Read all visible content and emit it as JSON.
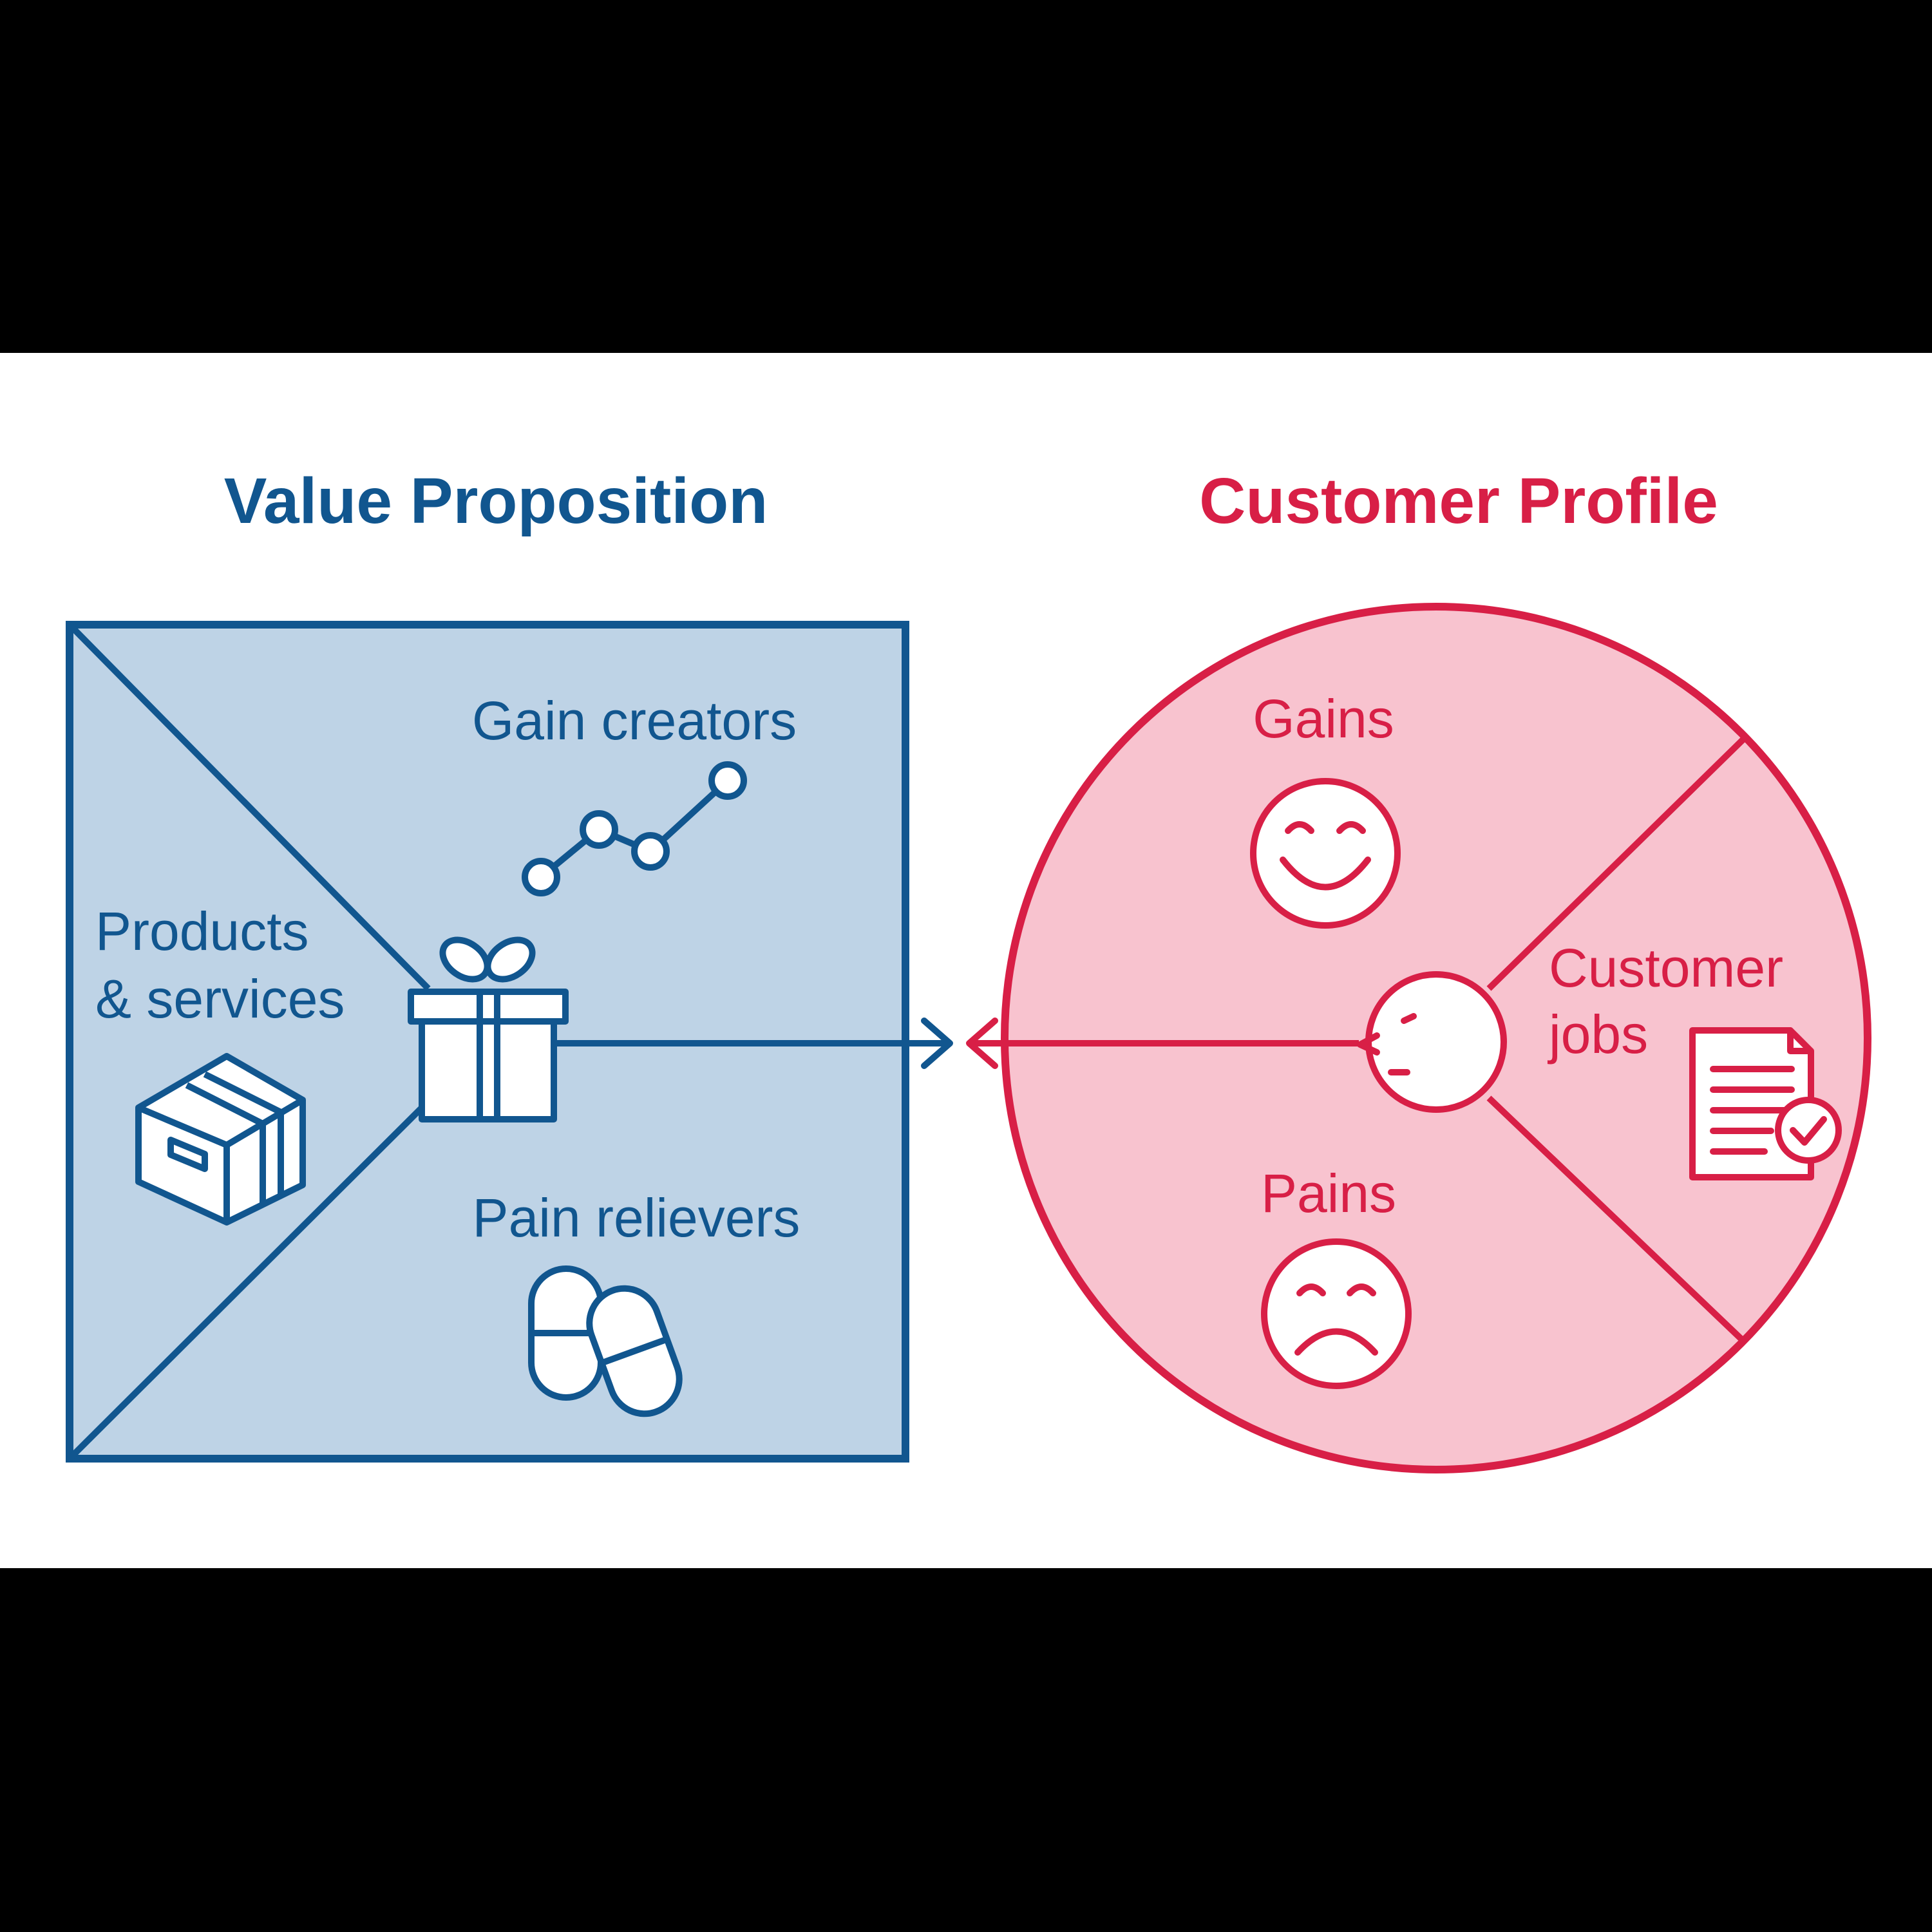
{
  "colors": {
    "background": "#000000",
    "panel": "#ffffff",
    "value_blue": "#11568f",
    "value_fill": "#bed3e6",
    "customer_red": "#d81f46",
    "customer_fill": "#f8c3cf"
  },
  "value_proposition": {
    "title": "Value Proposition",
    "sections": {
      "gain_creators": "Gain creators",
      "products_line1": "Products",
      "products_line2": "& services",
      "pain_relievers": "Pain relievers"
    },
    "icons": [
      "growth-chart-icon",
      "gift-icon",
      "box-icon",
      "pills-icon"
    ]
  },
  "customer_profile": {
    "title": "Customer Profile",
    "sections": {
      "gains": "Gains",
      "pains": "Pains",
      "jobs_line1": "Customer",
      "jobs_line2": "jobs"
    },
    "icons": [
      "happy-face-icon",
      "sad-face-icon",
      "customer-face-icon",
      "document-check-icon"
    ]
  }
}
